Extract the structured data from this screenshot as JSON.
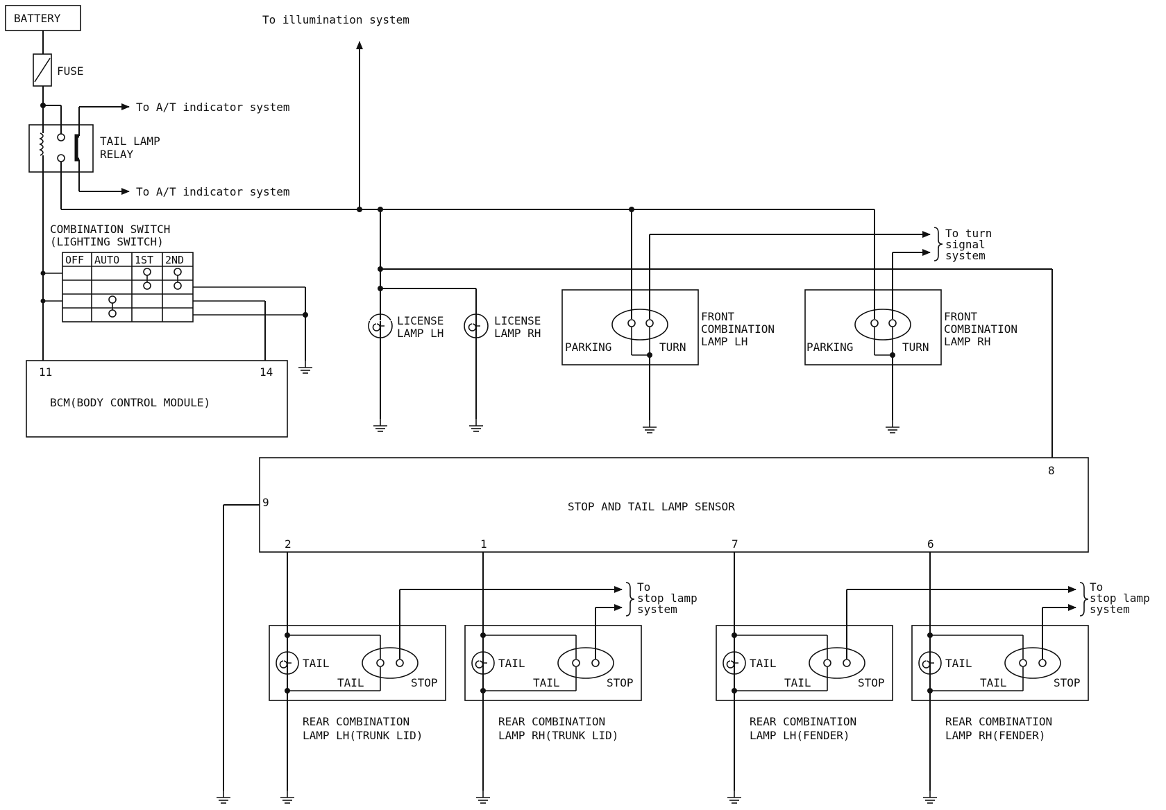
{
  "labels": {
    "battery": "BATTERY",
    "fuse": "FUSE",
    "tail_relay_1": "TAIL LAMP",
    "tail_relay_2": "RELAY",
    "illumination": "To illumination system",
    "at_indicator_top": "To A/T indicator system",
    "at_indicator_bottom": "To A/T indicator system",
    "combo_switch_1": "COMBINATION SWITCH",
    "combo_switch_2": "(LIGHTING SWITCH)",
    "switch_cols": [
      "OFF",
      "AUTO",
      "1ST",
      "2ND"
    ],
    "bcm_pin_11": "11",
    "bcm_pin_14": "14",
    "bcm": "BCM(BODY CONTROL MODULE)",
    "license_lh_1": "LICENSE",
    "license_lh_2": "LAMP LH",
    "license_rh_1": "LICENSE",
    "license_rh_2": "LAMP RH",
    "parking": "PARKING",
    "turn": "TURN",
    "front_lh_1": "FRONT",
    "front_lh_2": "COMBINATION",
    "front_lh_3": "LAMP LH",
    "front_rh_1": "FRONT",
    "front_rh_2": "COMBINATION",
    "front_rh_3": "LAMP RH",
    "turn_signal_1": "To turn",
    "turn_signal_2": "signal",
    "turn_signal_3": "system",
    "sensor": "STOP AND TAIL LAMP SENSOR",
    "pin_8": "8",
    "pin_9": "9",
    "pin_2": "2",
    "pin_1": "1",
    "pin_7": "7",
    "pin_6": "6",
    "stop_lamp_1": "To",
    "stop_lamp_2": "stop lamp",
    "stop_lamp_3": "system",
    "stop_lamp_b1": "To",
    "stop_lamp_b2": "stop lamp",
    "stop_lamp_b3": "system",
    "tail": "TAIL",
    "stop": "STOP",
    "rear_1a": "REAR COMBINATION",
    "rear_1b": "LAMP LH(TRUNK LID)",
    "rear_2a": "REAR COMBINATION",
    "rear_2b": "LAMP RH(TRUNK LID)",
    "rear_3a": "REAR COMBINATION",
    "rear_3b": "LAMP LH(FENDER)",
    "rear_4a": "REAR COMBINATION",
    "rear_4b": "LAMP RH(FENDER)"
  }
}
